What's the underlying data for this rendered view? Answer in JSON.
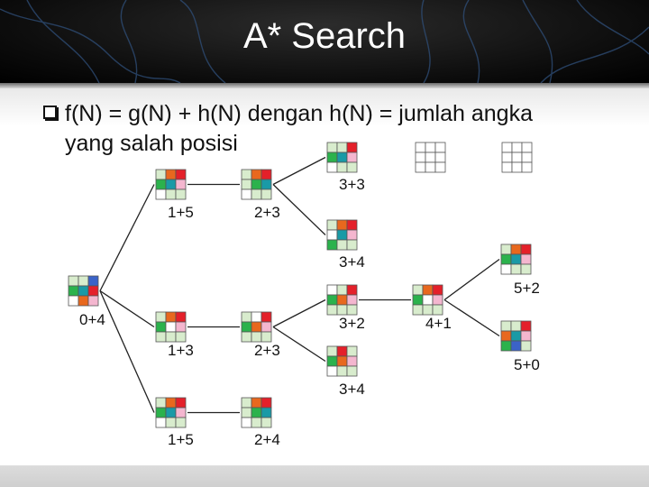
{
  "title": "A* Search",
  "bullet": {
    "line1": "f(N) = g(N) + h(N) dengan h(N) = jumlah angka",
    "line2": "yang salah posisi"
  },
  "colors": {
    "orange": "#e8681e",
    "red": "#e4202a",
    "green": "#2bb24c",
    "teal": "#1a9aa6",
    "blue": "#3b63c8",
    "pink": "#f4b6cf",
    "lightgreen": "#d8eccd",
    "white": "#ffffff",
    "edge": "#222222"
  },
  "nodes": [
    {
      "id": "root",
      "label": "0+4",
      "board": [
        "lightgreen",
        "lightgreen",
        "blue",
        "green",
        "teal",
        "red",
        "white",
        "orange",
        "pink"
      ]
    },
    {
      "id": "a1",
      "label": "1+5",
      "board": [
        "lightgreen",
        "orange",
        "red",
        "green",
        "teal",
        "pink",
        "white",
        "lightgreen",
        "lightgreen"
      ]
    },
    {
      "id": "a2",
      "label": "2+3",
      "board": [
        "lightgreen",
        "orange",
        "red",
        "lightgreen",
        "green",
        "teal",
        "white",
        "lightgreen",
        "lightgreen"
      ]
    },
    {
      "id": "a3",
      "label": "3+3",
      "board": [
        "lightgreen",
        "lightgreen",
        "red",
        "green",
        "teal",
        "pink",
        "white",
        "lightgreen",
        "lightgreen"
      ]
    },
    {
      "id": "a4",
      "label": "3+4",
      "board": [
        "lightgreen",
        "orange",
        "red",
        "white",
        "teal",
        "pink",
        "green",
        "lightgreen",
        "lightgreen"
      ]
    },
    {
      "id": "b1",
      "label": "1+3",
      "board": [
        "lightgreen",
        "orange",
        "red",
        "green",
        "white",
        "pink",
        "lightgreen",
        "lightgreen",
        "lightgreen"
      ]
    },
    {
      "id": "b2",
      "label": "2+3",
      "board": [
        "lightgreen",
        "white",
        "red",
        "green",
        "orange",
        "pink",
        "lightgreen",
        "lightgreen",
        "lightgreen"
      ]
    },
    {
      "id": "b3",
      "label": "3+2",
      "board": [
        "white",
        "lightgreen",
        "red",
        "green",
        "orange",
        "pink",
        "lightgreen",
        "lightgreen",
        "lightgreen"
      ]
    },
    {
      "id": "b4",
      "label": "3+4",
      "board": [
        "lightgreen",
        "red",
        "lightgreen",
        "green",
        "orange",
        "pink",
        "white",
        "lightgreen",
        "lightgreen"
      ]
    },
    {
      "id": "c1",
      "label": "4+1",
      "board": [
        "lightgreen",
        "orange",
        "red",
        "green",
        "white",
        "pink",
        "lightgreen",
        "lightgreen",
        "lightgreen"
      ]
    },
    {
      "id": "d1",
      "label": "5+2",
      "board": [
        "lightgreen",
        "orange",
        "red",
        "green",
        "teal",
        "pink",
        "white",
        "lightgreen",
        "lightgreen"
      ]
    },
    {
      "id": "d2",
      "label": "5+0",
      "board": [
        "lightgreen",
        "lightgreen",
        "red",
        "orange",
        "teal",
        "pink",
        "green",
        "blue",
        "lightgreen"
      ]
    },
    {
      "id": "e1",
      "label": "1+5",
      "board": [
        "lightgreen",
        "orange",
        "red",
        "green",
        "teal",
        "pink",
        "white",
        "lightgreen",
        "lightgreen"
      ]
    },
    {
      "id": "e2",
      "label": "2+4",
      "board": [
        "lightgreen",
        "orange",
        "red",
        "lightgreen",
        "green",
        "teal",
        "white",
        "lightgreen",
        "lightgreen"
      ]
    },
    {
      "id": "x1",
      "label": "",
      "board": [
        "white",
        "white",
        "white",
        "white",
        "white",
        "white",
        "white",
        "white",
        "white"
      ]
    },
    {
      "id": "x2",
      "label": "",
      "board": [
        "white",
        "white",
        "white",
        "white",
        "white",
        "white",
        "white",
        "white",
        "white"
      ]
    }
  ],
  "edges": [
    [
      "root",
      "a1"
    ],
    [
      "root",
      "b1"
    ],
    [
      "root",
      "e1"
    ],
    [
      "a1",
      "a2"
    ],
    [
      "a2",
      "a3"
    ],
    [
      "a2",
      "a4"
    ],
    [
      "b1",
      "b2"
    ],
    [
      "b2",
      "b3"
    ],
    [
      "b2",
      "b4"
    ],
    [
      "b3",
      "c1"
    ],
    [
      "c1",
      "d1"
    ],
    [
      "c1",
      "d2"
    ],
    [
      "e1",
      "e2"
    ]
  ]
}
